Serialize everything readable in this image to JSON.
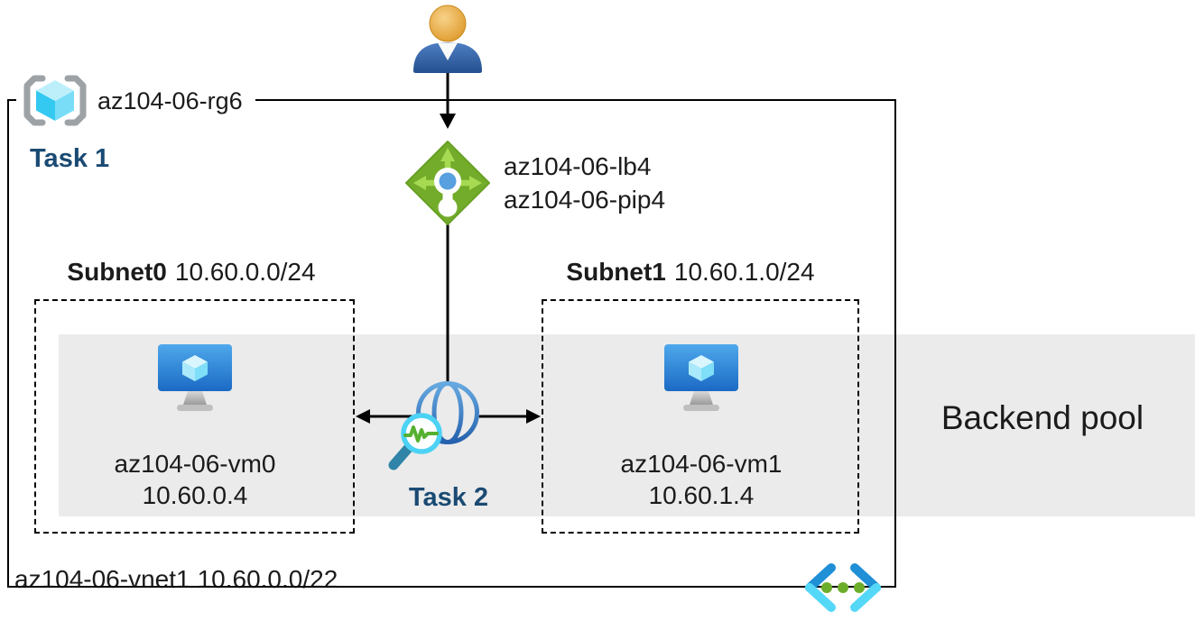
{
  "diagram": {
    "resource_group": {
      "name": "az104-06-rg6",
      "task": "Task 1"
    },
    "load_balancer": {
      "name": "az104-06-lb4",
      "public_ip": "az104-06-pip4"
    },
    "probe_task": "Task 2",
    "backend_pool": "Backend pool",
    "vnet": {
      "name": "az104-06-vnet1",
      "cidr": "10.60.0.0/22"
    },
    "subnets": [
      {
        "name": "Subnet0",
        "cidr": "10.60.0.0/24",
        "vm_name": "az104-06-vm0",
        "vm_ip": "10.60.0.4"
      },
      {
        "name": "Subnet1",
        "cidr": "10.60.1.0/24",
        "vm_name": "az104-06-vm1",
        "vm_ip": "10.60.1.4"
      }
    ],
    "colors": {
      "task_text": "#1A4A73",
      "band_gray": "#EBEBEB",
      "lb_green": "#73AC2A",
      "lb_arrow_green": "#A6DA52",
      "globe_blue": "#2F74C0",
      "magnifier_cyan": "#4CD2F4",
      "pulse_green": "#56B02F",
      "vm_monitor_blue": "#2173CE",
      "cube_cyan": "#33C9F1",
      "bracket_gray": "#9DA2A6",
      "person_head_orange": "#E09B2D",
      "person_body_blue": "#2E5FA3",
      "code_blue": "#1F8FD6",
      "code_cyan": "#55D8F8",
      "code_dot_green": "#6CAD2B"
    }
  }
}
